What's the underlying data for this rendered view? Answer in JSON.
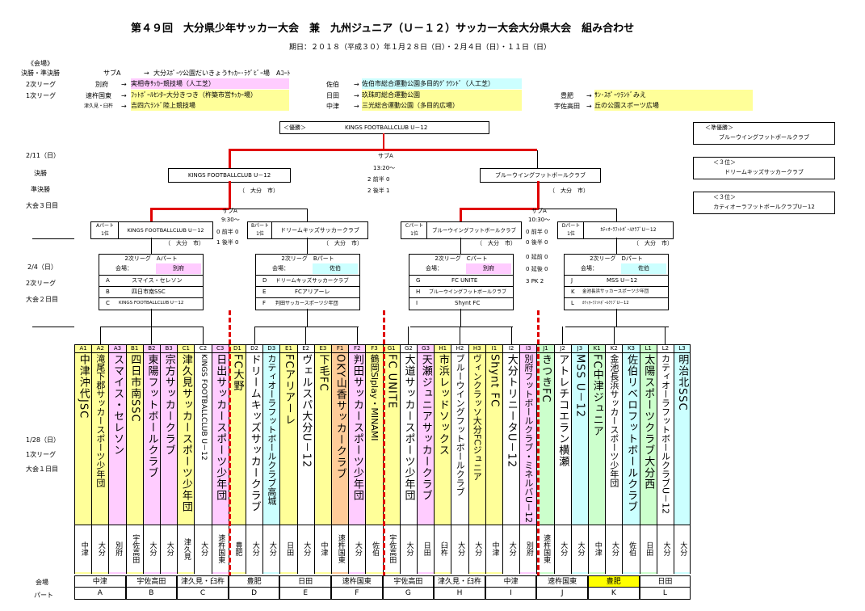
{
  "title": "第４９回　大分県少年サッカー大会　兼　九州ジュニア（Ｕ－１２）サッカー大会大分県大会　組み合わせ",
  "dates": "期日：２０１８（平成３０）年１月２８日（日）・２月４日（日）・１１日（日）",
  "venue_legend": {
    "header": "《会場》",
    "rows": [
      {
        "label": "決勝・準決勝",
        "short": "サブA",
        "arrow": "→",
        "name": "大分ｽﾎﾟｰﾂ公園だいきょうｻｯｶｰ･ﾗｸﾞﾋﾞｰ場　Aｺｰﾄ"
      },
      {
        "label": "2次リーグ",
        "short": "別府",
        "arrow": "→",
        "name": "実相寺ｻｯｶｰ競技場（人工芝）"
      },
      {
        "label": "1次リーグ",
        "short": "速杵国東",
        "arrow": "→",
        "name": "ﾌｯﾄﾎﾞｰﾙｾﾝﾀｰ大分きつき（杵築市営ｻｯｶｰ場）"
      },
      {
        "label": "",
        "short": "津久見・臼杵",
        "arrow": "→",
        "name": "吉四六ﾗﾝﾄﾞ陸上競技場"
      }
    ],
    "mid": [
      {
        "short": "佐伯",
        "arrow": "→",
        "name": "佐伯市総合運動公園多目的ｸﾞﾗｳﾝﾄﾞ（人工芝）"
      },
      {
        "short": "日田",
        "arrow": "→",
        "name": "玖珠町総合運動公園"
      },
      {
        "short": "中津",
        "arrow": "→",
        "name": "三光総合運動公園（多目的広場）"
      }
    ],
    "right": [
      {
        "short": "豊肥",
        "arrow": "→",
        "name": "ｻﾝ･ｽﾎﾟｰﾂﾗﾝﾄﾞみえ"
      },
      {
        "short": "宇佐高田",
        "arrow": "→",
        "name": "丘の公園スポーツ広場"
      }
    ]
  },
  "champion": {
    "label": "＜優勝＞",
    "name": "KINGS FOOTBALLCLUB U－12"
  },
  "results": [
    {
      "label": "＜準優勝＞",
      "name": "ブルーウイングフットボールクラブ"
    },
    {
      "label": "＜３位＞",
      "name": "ドリームキッズサッカークラブ"
    },
    {
      "label": "＜３位＞",
      "name": "カティオーラフットボールクラブU－12"
    }
  ],
  "left_labels": {
    "day3": "2/11（日）",
    "final": "決勝",
    "semi": "準決勝",
    "day3b": "大会３日目",
    "day2": "2/4（日）",
    "league2": "2次リーグ",
    "day2b": "大会２日目",
    "day1": "1/28（日）",
    "league1": "1次リーグ",
    "day1b": "大会１日目",
    "venue": "会場",
    "part": "パート"
  },
  "final": {
    "venue": "サブA",
    "time": "13:20～",
    "left_team": "KINGS FOOTBALLCLUB U－12",
    "left_pref": "（　大分　市）",
    "right_team": "ブルーウイングフットボールクラブ",
    "right_pref": "（　大分　市）",
    "score": [
      "2",
      "前半",
      "0",
      "2",
      "後半",
      "1"
    ]
  },
  "semis": [
    {
      "venue": "サブA",
      "time": "9:30～",
      "left_tag": "Aパート\n1位",
      "left_team": "KINGS FOOTBALLCLUB U－12",
      "left_pref": "（　大分　市）",
      "right_tag": "Bパート\n1位",
      "right_team": "ドリームキッズサッカークラブ",
      "right_pref": "（　大分　市）",
      "score": [
        "0",
        "前半",
        "0",
        "1",
        "後半",
        "0"
      ]
    },
    {
      "venue": "サブA",
      "time": "10:30～",
      "left_tag": "Cパート\n1位",
      "left_team": "ブルーウイングフットボールクラブ",
      "left_pref": "（　大分　市）",
      "right_tag": "Dパート\n1位",
      "right_team": "ｶﾃｨｵｰﾗﾌｯﾄﾎﾞｰﾙｸﾗﾌﾞU－12",
      "right_pref": "（　大分　市）",
      "score": [
        "0",
        "前半",
        "0",
        "0",
        "後半",
        "0",
        "0",
        "延前",
        "0",
        "0",
        "延後",
        "0",
        "3",
        "PK",
        "2"
      ]
    }
  ],
  "groups": [
    {
      "title": "2次リーグ　Aパート",
      "venue_label": "会場：",
      "venue": "別府",
      "rows": [
        [
          "A",
          "スマイス・セレソン"
        ],
        [
          "B",
          "四日市南SSC"
        ],
        [
          "C",
          "KINGS FOOTBALLCLUB U－12"
        ]
      ]
    },
    {
      "title": "2次リーグ　Bパート",
      "venue_label": "会場：",
      "venue": "佐伯",
      "rows": [
        [
          "D",
          "ドリームキッズサッカークラブ"
        ],
        [
          "E",
          "FCアリアーレ"
        ],
        [
          "F",
          "判田サッカースポーツ少年団"
        ]
      ]
    },
    {
      "title": "2次リーグ　Cパート",
      "venue_label": "会場：",
      "venue": "別府",
      "rows": [
        [
          "G",
          "FC UNITE"
        ],
        [
          "H",
          "ブルーウイングフットボールクラブ"
        ],
        [
          "I",
          "Shynt FC"
        ]
      ]
    },
    {
      "title": "2次リーグ　Dパート",
      "venue_label": "会場：",
      "venue": "佐伯",
      "rows": [
        [
          "J",
          "MSS U－12"
        ],
        [
          "K",
          "金池長浜サッカースポーツ少年団"
        ],
        [
          "L",
          "ｶﾃｨｵｰﾗﾌｯﾄﾎﾞｰﾙｸﾗﾌﾞU－12"
        ]
      ]
    }
  ],
  "teams": [
    {
      "code": "A1",
      "name": "中津沖代JSC",
      "area": "中津"
    },
    {
      "code": "A2",
      "name": "滝尾下郡サッカースポーツ少年団",
      "area": "大分"
    },
    {
      "code": "A3",
      "name": "スマイス・セレソン",
      "area": "別府"
    },
    {
      "code": "B1",
      "name": "四日市南SSC",
      "area": "宇佐高田"
    },
    {
      "code": "B2",
      "name": "東陽フットボールクラブ",
      "area": "大分"
    },
    {
      "code": "B3",
      "name": "宗方サッカークラブ",
      "area": "大分"
    },
    {
      "code": "C1",
      "name": "津久見サッカースポーツ少年団",
      "area": "津久見"
    },
    {
      "code": "C2",
      "name": "KINGS FOOTBALLCLUB U－12",
      "area": "大分"
    },
    {
      "code": "C3",
      "name": "日出サッカースポーツ少年団",
      "area": "速杵国東"
    },
    {
      "code": "D1",
      "name": "FC大野",
      "area": "豊肥"
    },
    {
      "code": "D2",
      "name": "ドリームキッズサッカークラブ",
      "area": "大分"
    },
    {
      "code": "D3",
      "name": "カティオーラフットボールクラブ高城",
      "area": "大分"
    },
    {
      "code": "E1",
      "name": "FCアリアーレ",
      "area": "日田"
    },
    {
      "code": "E2",
      "name": "ヴェルスパ大分U－12",
      "area": "大分"
    },
    {
      "code": "E3",
      "name": "下毛FC",
      "area": "中津"
    },
    {
      "code": "F1",
      "name": "OKY山香サッカークラブ",
      "area": "速杵国東"
    },
    {
      "code": "F2",
      "name": "判田サッカースポーツ少年団",
      "area": "大分"
    },
    {
      "code": "F3",
      "name": "鶴岡Slplay・MINAMI",
      "area": "佐伯"
    },
    {
      "code": "G1",
      "name": "FC UNITE",
      "area": "宇佐高田"
    },
    {
      "code": "G2",
      "name": "大道サッカースポーツ少年団",
      "area": "大分"
    },
    {
      "code": "G3",
      "name": "天瀬ジュニアサッカークラブ",
      "area": "日田"
    },
    {
      "code": "H1",
      "name": "市浜レッドソックス",
      "area": "臼杵"
    },
    {
      "code": "H2",
      "name": "ブルーウイングフットボールクラブ",
      "area": "大分"
    },
    {
      "code": "H3",
      "name": "ヴィンクラッソ大分FCジュニア",
      "area": "大分"
    },
    {
      "code": "I1",
      "name": "Shynt FC",
      "area": "中津"
    },
    {
      "code": "I2",
      "name": "大分トリニータU－12",
      "area": "大分"
    },
    {
      "code": "I3",
      "name": "別府フットボールクラブ・ミネルバU－12",
      "area": "別府"
    },
    {
      "code": "J1",
      "name": "きつきFC",
      "area": "速杵国東"
    },
    {
      "code": "J2",
      "name": "アトレチコエラン横瀬",
      "area": "大分"
    },
    {
      "code": "J3",
      "name": "MSS U－12",
      "area": "大分"
    },
    {
      "code": "K1",
      "name": "FC中津ジュニア",
      "area": "中津"
    },
    {
      "code": "K2",
      "name": "金池長浜サッカースポーツ少年団",
      "area": "大分"
    },
    {
      "code": "K3",
      "name": "佐伯リベロフットボールクラブ",
      "area": "佐伯"
    },
    {
      "code": "L1",
      "name": "太陽スポーツクラブ大分西",
      "area": "日田"
    },
    {
      "code": "L2",
      "name": "カティオーラフットボールクラブU－12",
      "area": "大分"
    },
    {
      "code": "L3",
      "name": "明治北SSC",
      "area": "大分"
    }
  ],
  "bottom_venues": [
    "中津",
    "宇佐高田",
    "津久見・臼杵",
    "豊肥",
    "日田",
    "速杵国東",
    "宇佐高田",
    "津久見・臼杵",
    "中津",
    "速杵国東",
    "豊肥",
    "日田"
  ],
  "parts": [
    "A",
    "B",
    "C",
    "D",
    "E",
    "F",
    "G",
    "H",
    "I",
    "J",
    "K",
    "L"
  ],
  "colors": {
    "winner_line": "#e00000",
    "highlight_venue": "#ffff00"
  }
}
